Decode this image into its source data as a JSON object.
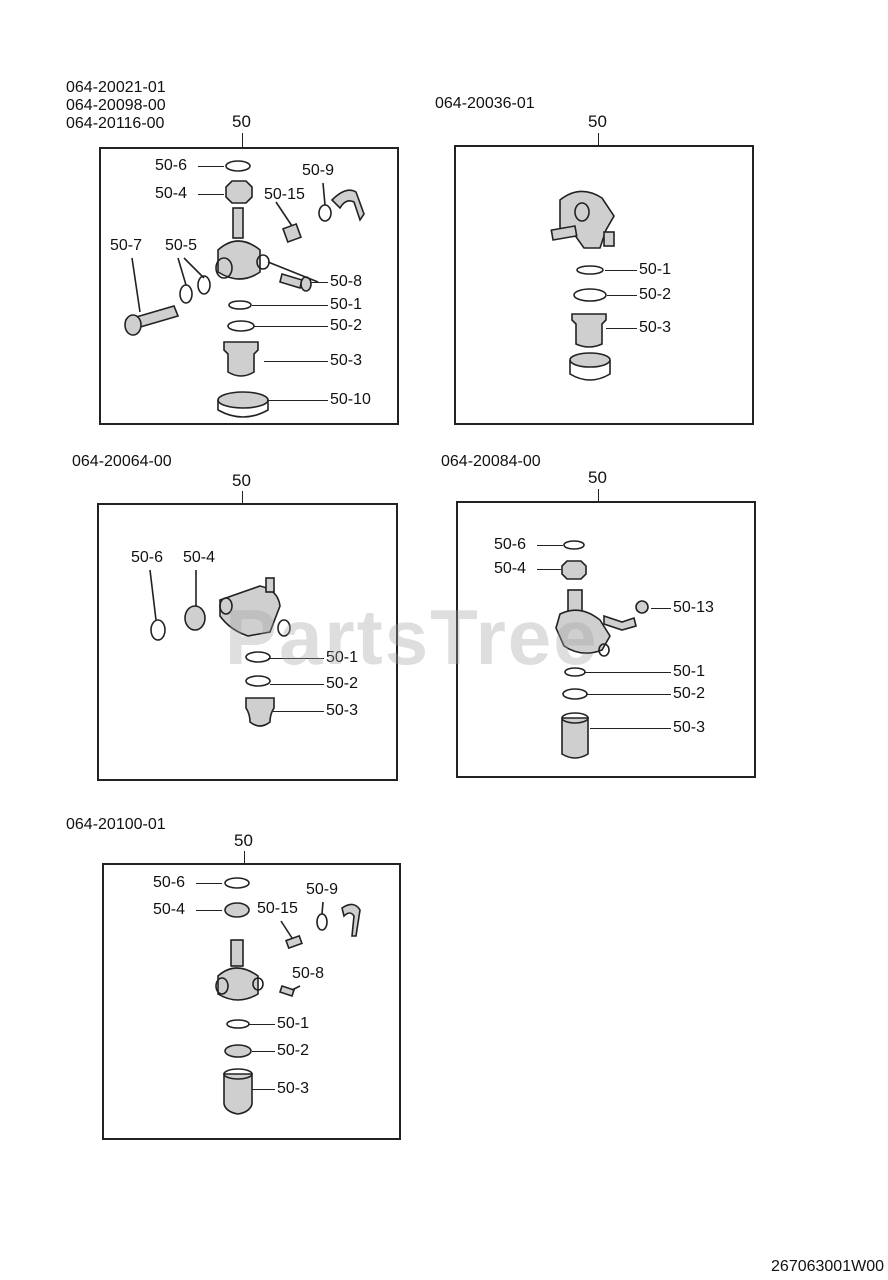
{
  "diagram": {
    "doc_code": "267063001W00",
    "watermark": "PartsTree",
    "panels": [
      {
        "part_numbers": [
          "064-20021-01",
          "064-20098-00",
          "064-20116-00"
        ],
        "assembly": "50",
        "callouts": [
          "50-6",
          "50-4",
          "50-15",
          "50-9",
          "50-7",
          "50-5",
          "50-8",
          "50-1",
          "50-2",
          "50-3",
          "50-10"
        ]
      },
      {
        "part_numbers": [
          "064-20036-01"
        ],
        "assembly": "50",
        "callouts": [
          "50-1",
          "50-2",
          "50-3"
        ]
      },
      {
        "part_numbers": [
          "064-20064-00"
        ],
        "assembly": "50",
        "callouts": [
          "50-6",
          "50-4",
          "50-1",
          "50-2",
          "50-3"
        ]
      },
      {
        "part_numbers": [
          "064-20084-00"
        ],
        "assembly": "50",
        "callouts": [
          "50-6",
          "50-4",
          "50-13",
          "50-1",
          "50-2",
          "50-3"
        ]
      },
      {
        "part_numbers": [
          "064-20100-01"
        ],
        "assembly": "50",
        "callouts": [
          "50-6",
          "50-4",
          "50-15",
          "50-9",
          "50-8",
          "50-1",
          "50-2",
          "50-3"
        ]
      }
    ]
  }
}
